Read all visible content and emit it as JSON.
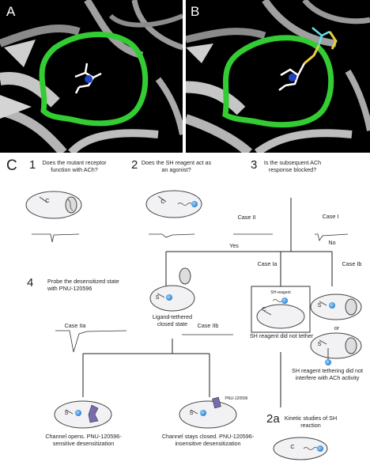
{
  "panels": {
    "a_label": "A",
    "b_label": "B",
    "c_label": "C"
  },
  "steps": {
    "s1_num": "1",
    "s1_text": "Does the mutant receptor function with ACh?",
    "s2_num": "2",
    "s2_text": "Does the SH reagent act as an agonist?",
    "s3_num": "3",
    "s3_text": "Is the subsequent ACh response blocked?",
    "s4_num": "4",
    "s4_text": "Probe the desensitized state with PNU-120596",
    "s2a_num": "2a",
    "s2a_text": "Kinetic studies of SH reaction"
  },
  "branches": {
    "case_ii": "Case II",
    "case_i": "Case I",
    "yes": "Yes",
    "no": "No",
    "case_ia": "Case Ia",
    "case_ib": "Case Ib",
    "case_iia": "Case IIa",
    "case_iib": "Case IIb",
    "or": "or"
  },
  "labels": {
    "sh_reagent": "SH-reagent",
    "pnu": "PNU-120596",
    "ligand_tethered": "Ligand-tethered closed state",
    "did_not_tether": "SH reagent did not tether",
    "tether_no_interfere": "SH reagent tethering did not interfere with ACh activity",
    "channel_opens": "Channel opens. PNU-120596-sensitive desensitization",
    "channel_closed": "Channel stays closed. PNU-120596-insensitive desensitization",
    "c_letter": "C",
    "s_letter": "S"
  },
  "colors": {
    "loop_green": "#33cc33",
    "ribbon_grey": "#b4b4b4",
    "cell_fill": "#f2f2f5",
    "ligand_blue": "#2a7fcf",
    "pnu_purple": "#7a6bb0"
  }
}
